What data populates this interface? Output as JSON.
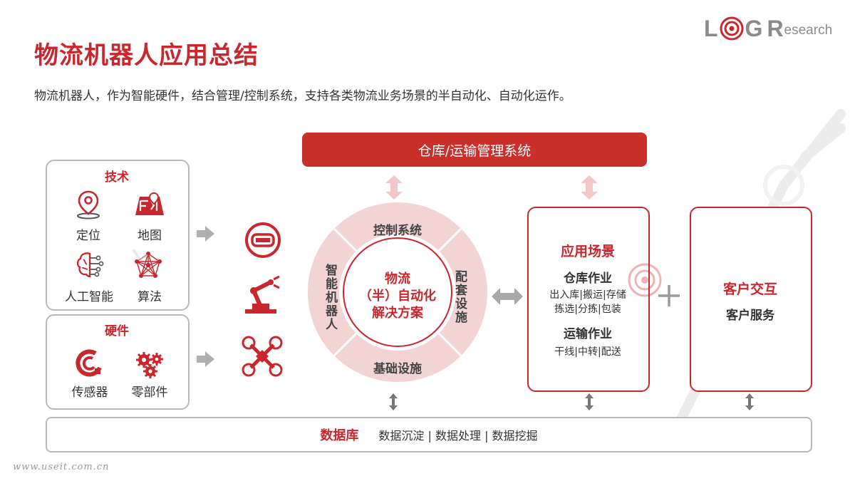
{
  "page": {
    "title": "物流机器人应用总结",
    "subtitle": "物流机器人，作为智能硬件，结合管理/控制系统，支持各类物流业务场景的半自动化、自动化运作。",
    "footer": "www.useit.com.cn"
  },
  "logo": {
    "l": "L",
    "g": "G",
    "r": "R",
    "tail": "esearch"
  },
  "tech": {
    "title": "技术",
    "items": [
      {
        "label": "定位",
        "icon": "location-pin-icon"
      },
      {
        "label": "地图",
        "icon": "map-icon"
      },
      {
        "label": "人工智能",
        "icon": "brain-icon"
      },
      {
        "label": "算法",
        "icon": "network-icon"
      }
    ]
  },
  "hardware": {
    "title": "硬件",
    "items": [
      {
        "label": "传感器",
        "icon": "sensor-icon"
      },
      {
        "label": "零部件",
        "icon": "gears-icon"
      }
    ]
  },
  "robots": [
    {
      "icon": "agv-robot-icon"
    },
    {
      "icon": "robot-arm-icon"
    },
    {
      "icon": "drone-icon"
    }
  ],
  "top_bar": {
    "label": "仓库/运输管理系统"
  },
  "wheel": {
    "top": "控制系统",
    "left": "智能机器人",
    "right": "配套设施",
    "bottom": "基础设施",
    "center_line1": "物流",
    "center_line2": "（半）自动化",
    "center_line3": "解决方案"
  },
  "scenarios": {
    "title": "应用场景",
    "warehouse_title": "仓库作业",
    "warehouse_line1": "出入库|搬运|存储",
    "warehouse_line2": "拣选|分拣|包装",
    "transport_title": "运输作业",
    "transport_line1": "干线|中转|配送"
  },
  "customer": {
    "title": "客户交互",
    "subtitle": "客户服务"
  },
  "database": {
    "title": "数据库",
    "text": "数据沉淀 | 数据处理 | 数据挖掘"
  },
  "colors": {
    "accent": "#c8272d",
    "pink": "#f2d3d3",
    "border": "#b9b9b9"
  }
}
